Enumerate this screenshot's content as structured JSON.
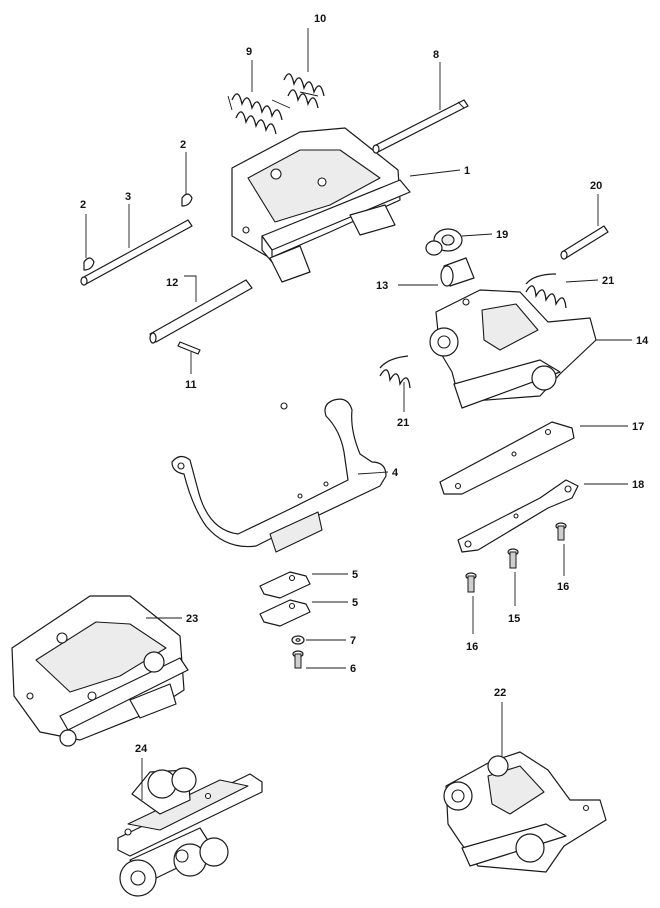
{
  "diagram": {
    "callouts": {
      "c1": "1",
      "c2a": "2",
      "c2b": "2",
      "c3": "3",
      "c4": "4",
      "c5a": "5",
      "c5b": "5",
      "c6": "6",
      "c7": "7",
      "c8": "8",
      "c9": "9",
      "c10": "10",
      "c11": "11",
      "c12": "12",
      "c13": "13",
      "c14": "14",
      "c15": "15",
      "c16a": "16",
      "c16b": "16",
      "c17": "17",
      "c18": "18",
      "c19": "19",
      "c20": "20",
      "c21a": "21",
      "c21b": "21",
      "c22": "22",
      "c23": "23",
      "c24": "24"
    }
  }
}
